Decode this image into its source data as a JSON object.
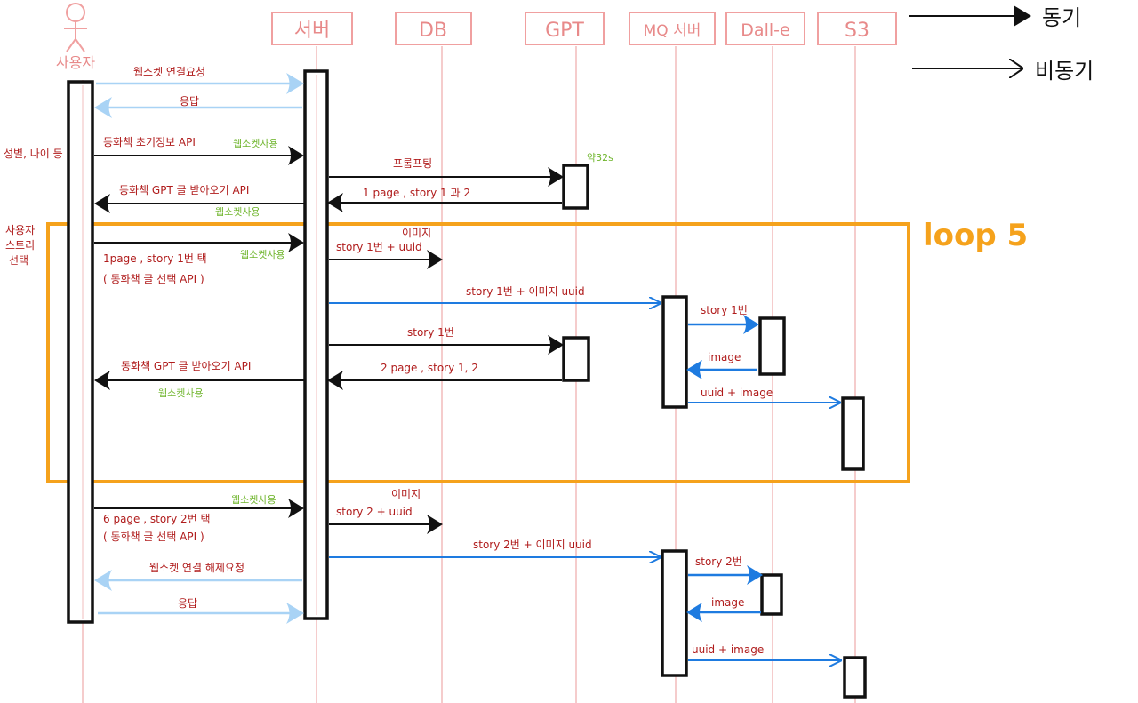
{
  "participants": {
    "user": "사용자",
    "server": "서버",
    "db": "DB",
    "gpt": "GPT",
    "mq": "MQ 서버",
    "dalle": "Dall-e",
    "s3": "S3"
  },
  "legend": {
    "sync": "동기",
    "async": "비동기"
  },
  "side_notes": {
    "gender_age": "성별, 나이 등",
    "user_story_select": [
      "사용자",
      "스토리",
      "선택"
    ]
  },
  "loop": {
    "label": "loop 5"
  },
  "messages": {
    "ws_connect_request": "웹소켓 연결요청",
    "ws_connect_response": "응답",
    "init_info_api": "동화책 초기정보 API",
    "init_info_ws": "웹소켓사용",
    "prompting": "프롬프팅",
    "gpt_time": "약32s",
    "gpt_resp_1": "1 page , story 1 과 2",
    "receive_gpt_1": "동화책 GPT 글 받아오기 API",
    "receive_gpt_1_ws": "웹소켓사용",
    "select_story_1": "1page , story 1번 택",
    "select_story_1_api": "( 동화책 글 선택 API )",
    "select_story_1_ws": "웹소켓사용",
    "db_store_1": "story 1번 + uuid",
    "db_store_1_note": "이미지",
    "mq_send_1": "story 1번 + 이미지 uuid",
    "dalle_story_1": "story 1번",
    "dalle_image_1": "image",
    "s3_upload_1": "uuid + image",
    "gpt_story_1": "story 1번",
    "gpt_resp_2": "2 page ,    story 1, 2",
    "receive_gpt_2": "동화책 GPT 글 받아오기 API",
    "receive_gpt_2_ws": "웹소켓사용",
    "select_story_2_ws": "웹소켓사용",
    "select_story_2": "6 page , story 2번 택",
    "select_story_2_api": "( 동화책 글 선택 API )",
    "db_store_2": "story 2 + uuid",
    "db_store_2_note": "이미지",
    "mq_send_2": "story 2번 + 이미지 uuid",
    "dalle_story_2": "story 2번",
    "dalle_image_2": "image",
    "s3_upload_2": "uuid + image",
    "ws_disconnect_request": "웹소켓 연결 해제요청",
    "ws_disconnect_response": "응답"
  },
  "colors": {
    "participant": "#f0a0a0",
    "lifeline": "#f2bcbc",
    "sync_arrow": "#111111",
    "async_arrow": "#1e7be0",
    "light_arrow": "#a9d3f5",
    "loop_box": "#f5a21c",
    "message_text": "#b01c1c",
    "note_text": "#6fb52c"
  }
}
